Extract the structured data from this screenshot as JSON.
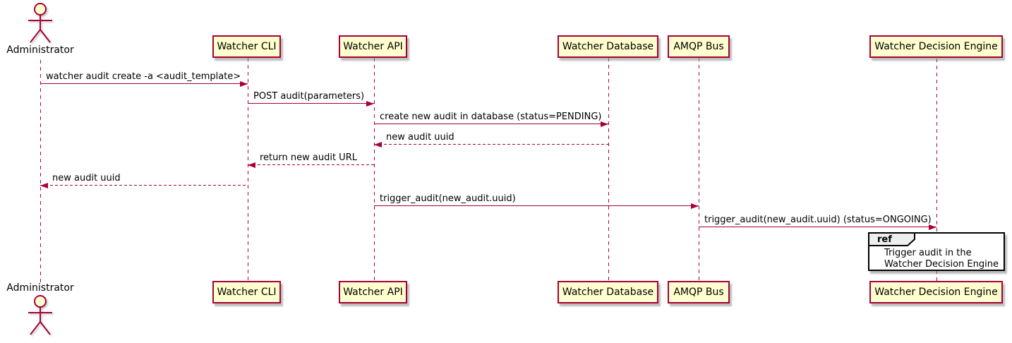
{
  "diagram": {
    "type": "sequence",
    "participants": [
      {
        "label": "Administrator",
        "kind": "actor"
      },
      {
        "label": "Watcher CLI",
        "kind": "participant"
      },
      {
        "label": "Watcher API",
        "kind": "participant"
      },
      {
        "label": "Watcher Database",
        "kind": "participant"
      },
      {
        "label": "AMQP Bus",
        "kind": "participant"
      },
      {
        "label": "Watcher Decision Engine",
        "kind": "participant"
      }
    ],
    "messages": [
      {
        "from": "Administrator",
        "to": "Watcher CLI",
        "label": "watcher audit create -a <audit_template>",
        "line": "solid",
        "direction": "right"
      },
      {
        "from": "Watcher CLI",
        "to": "Watcher API",
        "label": "POST audit(parameters)",
        "line": "solid",
        "direction": "right"
      },
      {
        "from": "Watcher API",
        "to": "Watcher Database",
        "label": "create new audit in database (status=PENDING)",
        "line": "solid",
        "direction": "right"
      },
      {
        "from": "Watcher Database",
        "to": "Watcher API",
        "label": "new audit uuid",
        "line": "dashed",
        "direction": "left"
      },
      {
        "from": "Watcher API",
        "to": "Watcher CLI",
        "label": "return new audit URL",
        "line": "dashed",
        "direction": "left"
      },
      {
        "from": "Watcher CLI",
        "to": "Administrator",
        "label": "new audit uuid",
        "line": "dashed",
        "direction": "left"
      },
      {
        "from": "Watcher API",
        "to": "AMQP Bus",
        "label": "trigger_audit(new_audit.uuid)",
        "line": "solid",
        "direction": "right"
      },
      {
        "from": "AMQP Bus",
        "to": "Watcher Decision Engine",
        "label": "trigger_audit(new_audit.uuid) (status=ONGOING)",
        "line": "solid",
        "direction": "right"
      }
    ],
    "ref_fragment": {
      "keyword": "ref",
      "over": "Watcher Decision Engine",
      "line1": "Trigger audit in the",
      "line2": "Watcher Decision Engine"
    },
    "colors": {
      "participant_fill": "#FEFECE",
      "stroke": "#A80036",
      "text": "#000000",
      "ref_border": "#000000",
      "ref_header_fill": "#EEEEEE"
    }
  }
}
